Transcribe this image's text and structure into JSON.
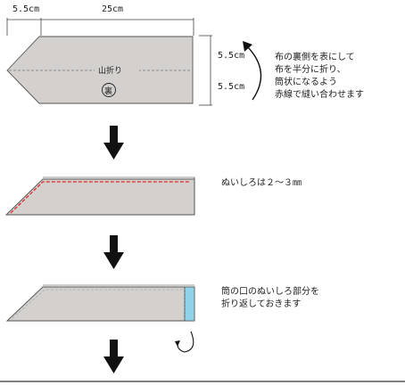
{
  "dimensions": {
    "top_left": "5.5cm",
    "top_main": "25cm",
    "right_upper": "5.5cm",
    "right_lower": "5.5cm"
  },
  "step1": {
    "fold_label": "山折り",
    "reverse_mark": "裏",
    "instruction": [
      "布の裏側を表にして",
      "布を半分に折り、",
      "筒状になるよう",
      "赤線で縫い合わせます"
    ]
  },
  "step2": {
    "instruction": "ぬいしろは２～３㎜"
  },
  "step3": {
    "instruction": [
      "筒の口のぬいしろ部分を",
      "折り返しておきます"
    ]
  },
  "colors": {
    "fabric": "#d3d0cd",
    "fabric_edge": "#555555",
    "seam_red": "#e0262a",
    "cuff_blue": "#8fd3e8",
    "arrow": "#111111"
  }
}
